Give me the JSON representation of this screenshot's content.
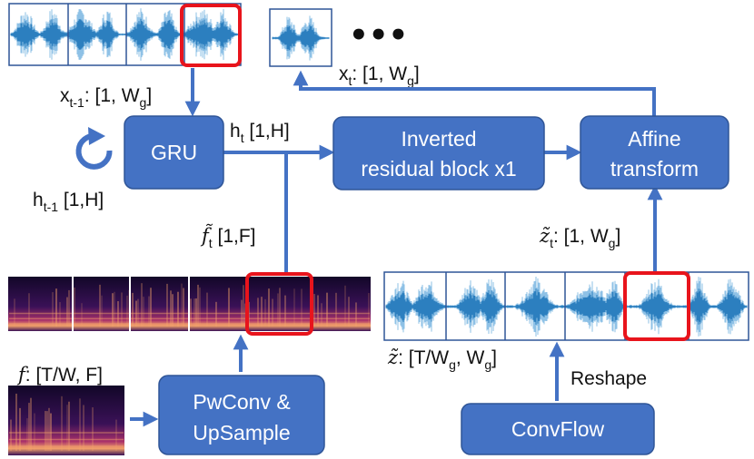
{
  "colors": {
    "box": "#4472c4",
    "arrow": "#4472c4",
    "highlight": "#e8141c",
    "wave": "#2c7fbf",
    "wave_light": "#8ec1e6",
    "spectrogram_bg": "#1a0a33",
    "spectrogram_hot": "#f4a36a"
  },
  "boxes": {
    "gru": "GRU",
    "inverted_line1": "Inverted",
    "inverted_line2": "residual block x1",
    "affine_line1": "Affine",
    "affine_line2": "transform",
    "pwconv_line1": "PwConv &",
    "pwconv_line2": "UpSample",
    "convflow": "ConvFlow"
  },
  "labels": {
    "xt_prev": {
      "sym": "x",
      "sub": "t-1",
      "pre": ": [1, W",
      "sub2": "g",
      "post": "]"
    },
    "xt": {
      "sym": "x",
      "sub": "t",
      "pre": ": [1, W",
      "sub2": "g",
      "post": "]"
    },
    "ht": {
      "sym": "h",
      "sub": "t",
      "post": " [1,H]"
    },
    "ht_prev": {
      "sym": "h",
      "sub": "t-1",
      "post": " [1,H]"
    },
    "ft": {
      "sym": "f̃",
      "sub": "t",
      "post": " [1,F]"
    },
    "zt": {
      "sym": "z̃",
      "sub": "t",
      "pre": ": [1, W",
      "sub2": "g",
      "post": "]"
    },
    "z": {
      "sym": "z̃",
      "pre": ": [T/W",
      "sub": "g",
      "mid": ", W",
      "sub2": "g",
      "post": "]"
    },
    "f": {
      "sym": "f",
      "post": ": [T/W, F]"
    },
    "reshape": "Reshape",
    "ellipsis": "•••"
  },
  "icons": [
    "recurrent-loop-icon",
    "waveform-icon",
    "spectrogram-icon"
  ]
}
